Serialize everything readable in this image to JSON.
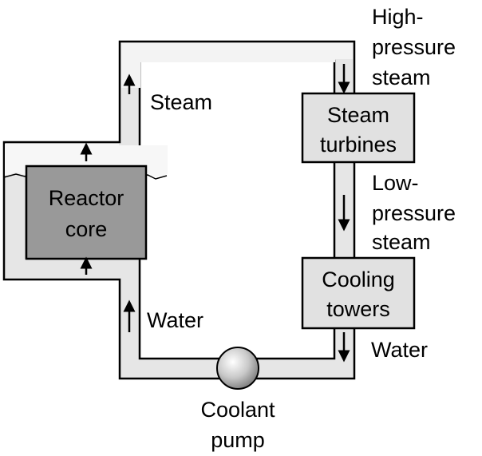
{
  "labels": {
    "reactor_core": [
      "Reactor",
      "core"
    ],
    "steam_turbines": [
      "Steam",
      "turbines"
    ],
    "cooling_towers": [
      "Cooling",
      "towers"
    ],
    "coolant_pump": [
      "Coolant",
      "pump"
    ],
    "steam": "Steam",
    "water_left": "Water",
    "water_right": "Water",
    "high_pressure_steam": [
      "High-",
      "pressure",
      "steam"
    ],
    "low_pressure_steam": [
      "Low-",
      "pressure",
      "steam"
    ]
  },
  "colors": {
    "pipe_fill": "#e6e6e6",
    "reactor_core_fill": "#999999",
    "box_fill": "#e1e1e1",
    "outline": "#000000",
    "steam_fill": "#f7f7f7"
  }
}
